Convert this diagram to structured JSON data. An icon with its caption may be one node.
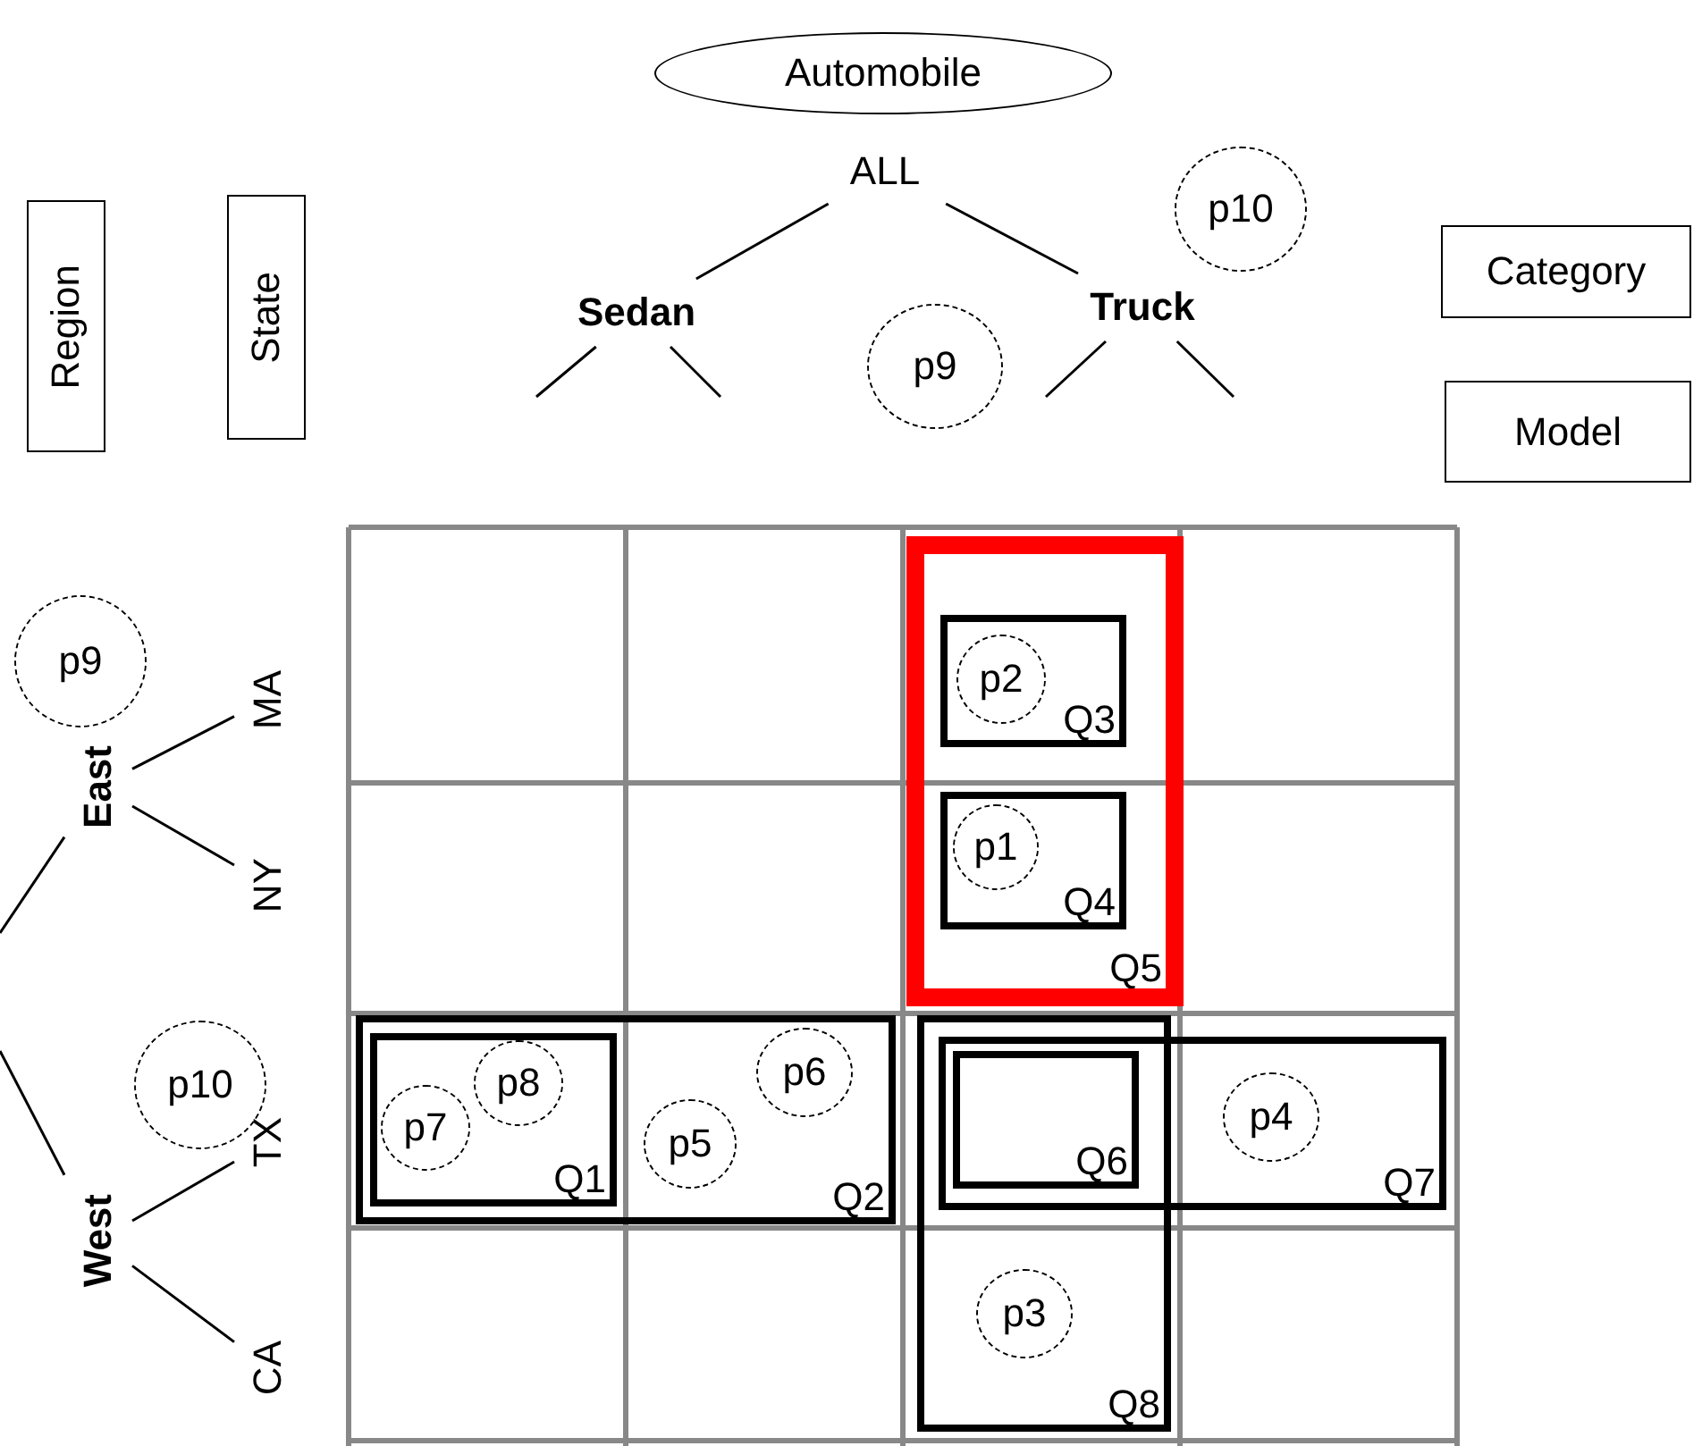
{
  "diagram": {
    "nodes": [
      {
        "text": [
          "Automobile"
        ]
      },
      {
        "text": [
          "ALL"
        ]
      },
      {
        "text": [
          "Region"
        ]
      },
      {
        "text": [
          "State"
        ]
      },
      {
        "text": [
          "p10"
        ]
      },
      {
        "text": [
          "Category"
        ]
      },
      {
        "text": [
          "Sedan"
        ]
      },
      {
        "text": [
          "Truck"
        ]
      },
      {
        "text": [
          "p9"
        ]
      },
      {
        "text": [
          "Model"
        ]
      },
      {
        "text": [
          "p9"
        ]
      },
      {
        "text": [
          "MA"
        ]
      },
      {
        "text": [
          "Q5"
        ]
      },
      {
        "text": [
          "Q3"
        ],
        "in": 12
      },
      {
        "text": [
          "p2"
        ],
        "in": 13
      },
      {
        "text": [
          "East"
        ]
      },
      {
        "text": [
          "Q4"
        ],
        "in": 12
      },
      {
        "text": [
          "p1"
        ],
        "in": 16
      },
      {
        "text": [
          "NY"
        ]
      },
      {
        "text": [
          "p10"
        ]
      },
      {
        "text": [
          "Q2"
        ]
      },
      {
        "text": [
          "Q1"
        ],
        "in": 20
      },
      {
        "text": [
          "p8"
        ],
        "in": 21
      },
      {
        "text": [
          "p6"
        ],
        "in": 20
      },
      {
        "text": [
          "Q8"
        ]
      },
      {
        "text": [
          "Q7"
        ]
      },
      {
        "text": [
          "Q6"
        ]
      },
      {
        "text": [
          "p4"
        ],
        "in": 25
      },
      {
        "text": [
          "p7"
        ],
        "in": 21
      },
      {
        "text": [
          "p5"
        ],
        "in": 20
      },
      {
        "text": [
          "TX"
        ]
      },
      {
        "text": [
          "West"
        ]
      },
      {
        "text": [
          "p3"
        ],
        "in": 24
      },
      {
        "text": [
          "CA"
        ]
      }
    ],
    "edges": [
      {
        "from": 1,
        "to": 6,
        "arrow": "none"
      },
      {
        "from": 1,
        "to": 7,
        "arrow": "none"
      },
      {
        "from": 6,
        "to": null,
        "arrow": "none"
      },
      {
        "from": 6,
        "to": null,
        "arrow": "none"
      },
      {
        "from": 7,
        "to": null,
        "arrow": "none"
      },
      {
        "from": 7,
        "to": null,
        "arrow": "none"
      },
      {
        "from": null,
        "to": 15,
        "arrow": "none"
      },
      {
        "from": null,
        "to": 31,
        "arrow": "none"
      },
      {
        "from": 15,
        "to": 11,
        "arrow": "none"
      },
      {
        "from": 15,
        "to": 18,
        "arrow": "none"
      },
      {
        "from": 31,
        "to": 30,
        "arrow": "none"
      },
      {
        "from": 31,
        "to": 33,
        "arrow": "none"
      }
    ]
  }
}
